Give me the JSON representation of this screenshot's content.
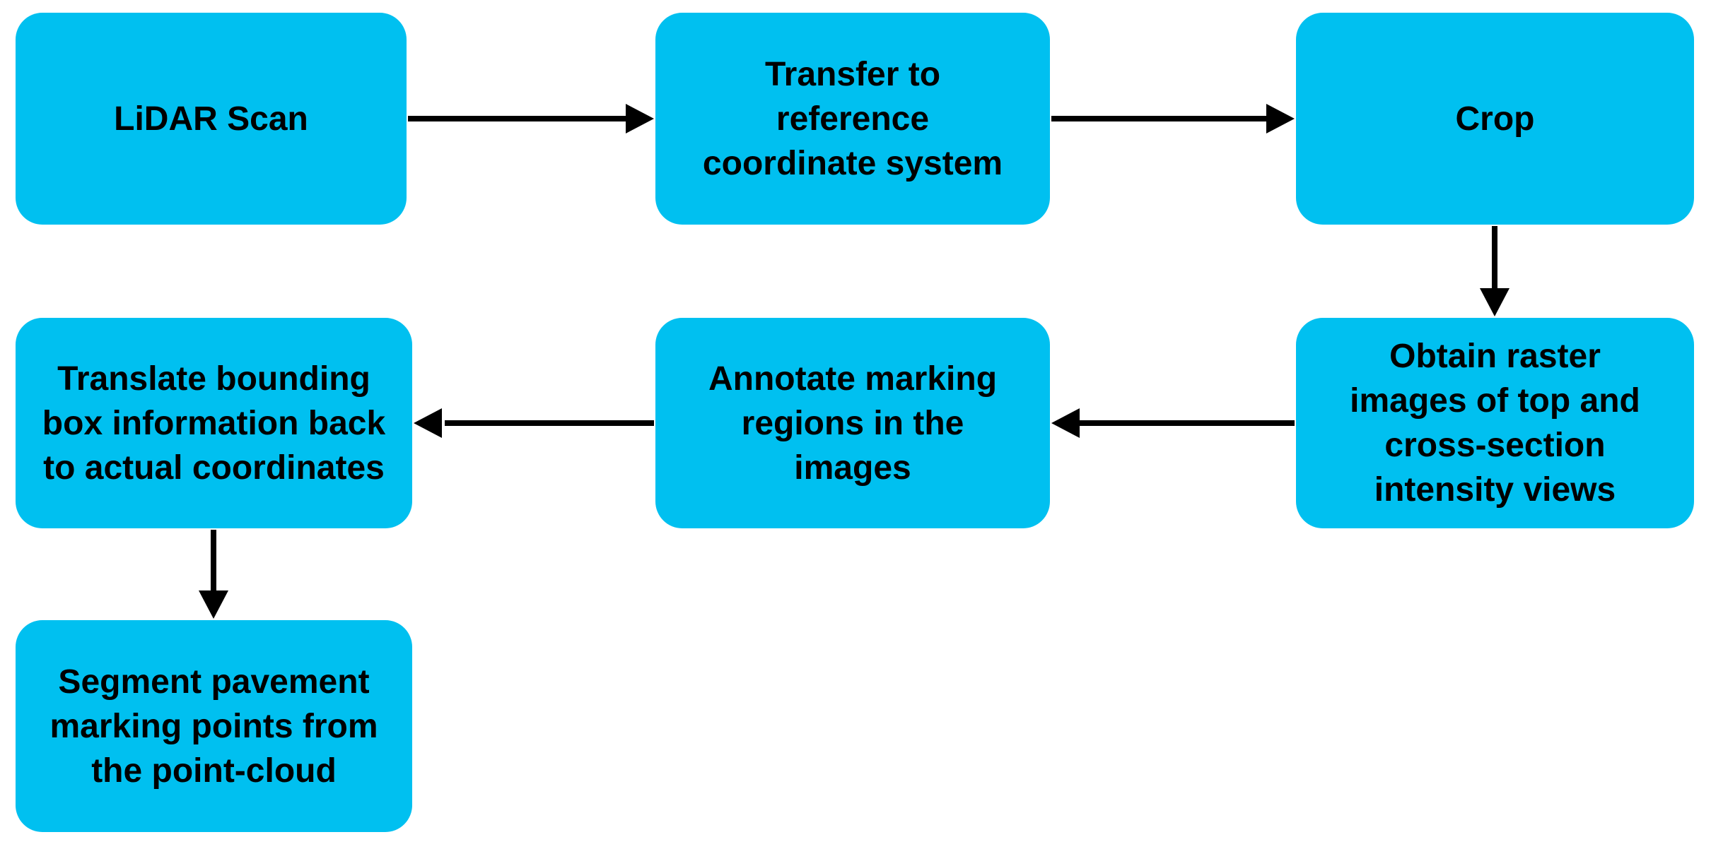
{
  "diagram": {
    "type": "flowchart",
    "background_color": "#ffffff",
    "node_fill": "#00C0F0",
    "node_text_color": "#000000",
    "arrow_color": "#000000",
    "nodes": [
      {
        "id": "lidar-scan",
        "label": "LiDAR Scan"
      },
      {
        "id": "transfer",
        "label": "Transfer to\nreference\ncoordinate system"
      },
      {
        "id": "crop",
        "label": "Crop"
      },
      {
        "id": "obtain-raster",
        "label": "Obtain raster\nimages of top and\ncross-section\nintensity views"
      },
      {
        "id": "annotate",
        "label": "Annotate marking\nregions in the\nimages"
      },
      {
        "id": "translate-bbox",
        "label": "Translate bounding\nbox information back\nto actual coordinates"
      },
      {
        "id": "segment-points",
        "label": "Segment pavement\nmarking points from\nthe point-cloud"
      }
    ],
    "edges": [
      {
        "from": "lidar-scan",
        "to": "transfer",
        "direction": "right"
      },
      {
        "from": "transfer",
        "to": "crop",
        "direction": "right"
      },
      {
        "from": "crop",
        "to": "obtain-raster",
        "direction": "down"
      },
      {
        "from": "obtain-raster",
        "to": "annotate",
        "direction": "left"
      },
      {
        "from": "annotate",
        "to": "translate-bbox",
        "direction": "left"
      },
      {
        "from": "translate-bbox",
        "to": "segment-points",
        "direction": "down"
      }
    ]
  }
}
